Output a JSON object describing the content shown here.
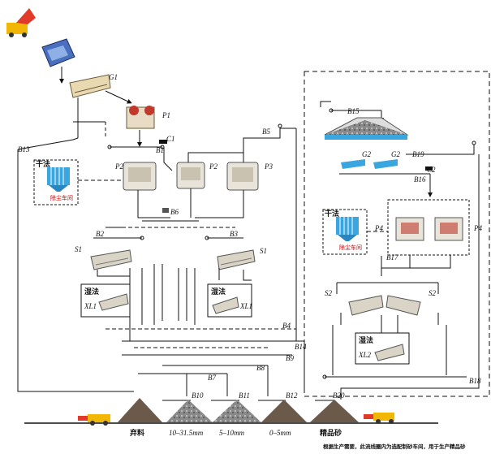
{
  "labels": {
    "G1": "G1",
    "P1": "P1",
    "C1": "C1",
    "B1": "B1",
    "B13": "B13",
    "P2a": "P2",
    "P2b": "P2",
    "P3": "P3",
    "B5": "B5",
    "B6": "B6",
    "B2": "B2",
    "B3": "B3",
    "S1a": "S1",
    "S1b": "S1",
    "XL1a": "XL1",
    "XL1b": "XL1",
    "B4": "B4",
    "B14": "B14",
    "B9": "B9",
    "B7": "B7",
    "B8": "B8",
    "B10": "B10",
    "B11": "B11",
    "B12": "B12",
    "B20": "B20",
    "B15": "B15",
    "G2a": "G2",
    "G2b": "G2",
    "B19": "B19",
    "C2": "C2",
    "B16": "B16",
    "P4a": "P4",
    "P4b": "P4",
    "B17": "B17",
    "S2a": "S2",
    "S2b": "S2",
    "XL2": "XL2",
    "B18": "B18"
  },
  "boxes": {
    "dust1_title": "干法",
    "dust1_caption": "除尘车间",
    "dust2_title": "干法",
    "dust2_caption": "除尘车间",
    "wash1a_title": "湿法",
    "wash1b_title": "湿法",
    "wash2_title": "湿法"
  },
  "products": {
    "p1": "弃料",
    "p2": "10–31.5mm",
    "p3": "5–10mm",
    "p4": "0–5mm",
    "p5": "精品砂"
  },
  "footnote": "根据生产需要，此流线圈内为选配制砂车间，用于生产精品砂",
  "colors": {
    "stockpile": "#6b5a4a",
    "dust_blue": "#3aa6e0",
    "dust_caption": "#c40000",
    "line": "#111111"
  }
}
